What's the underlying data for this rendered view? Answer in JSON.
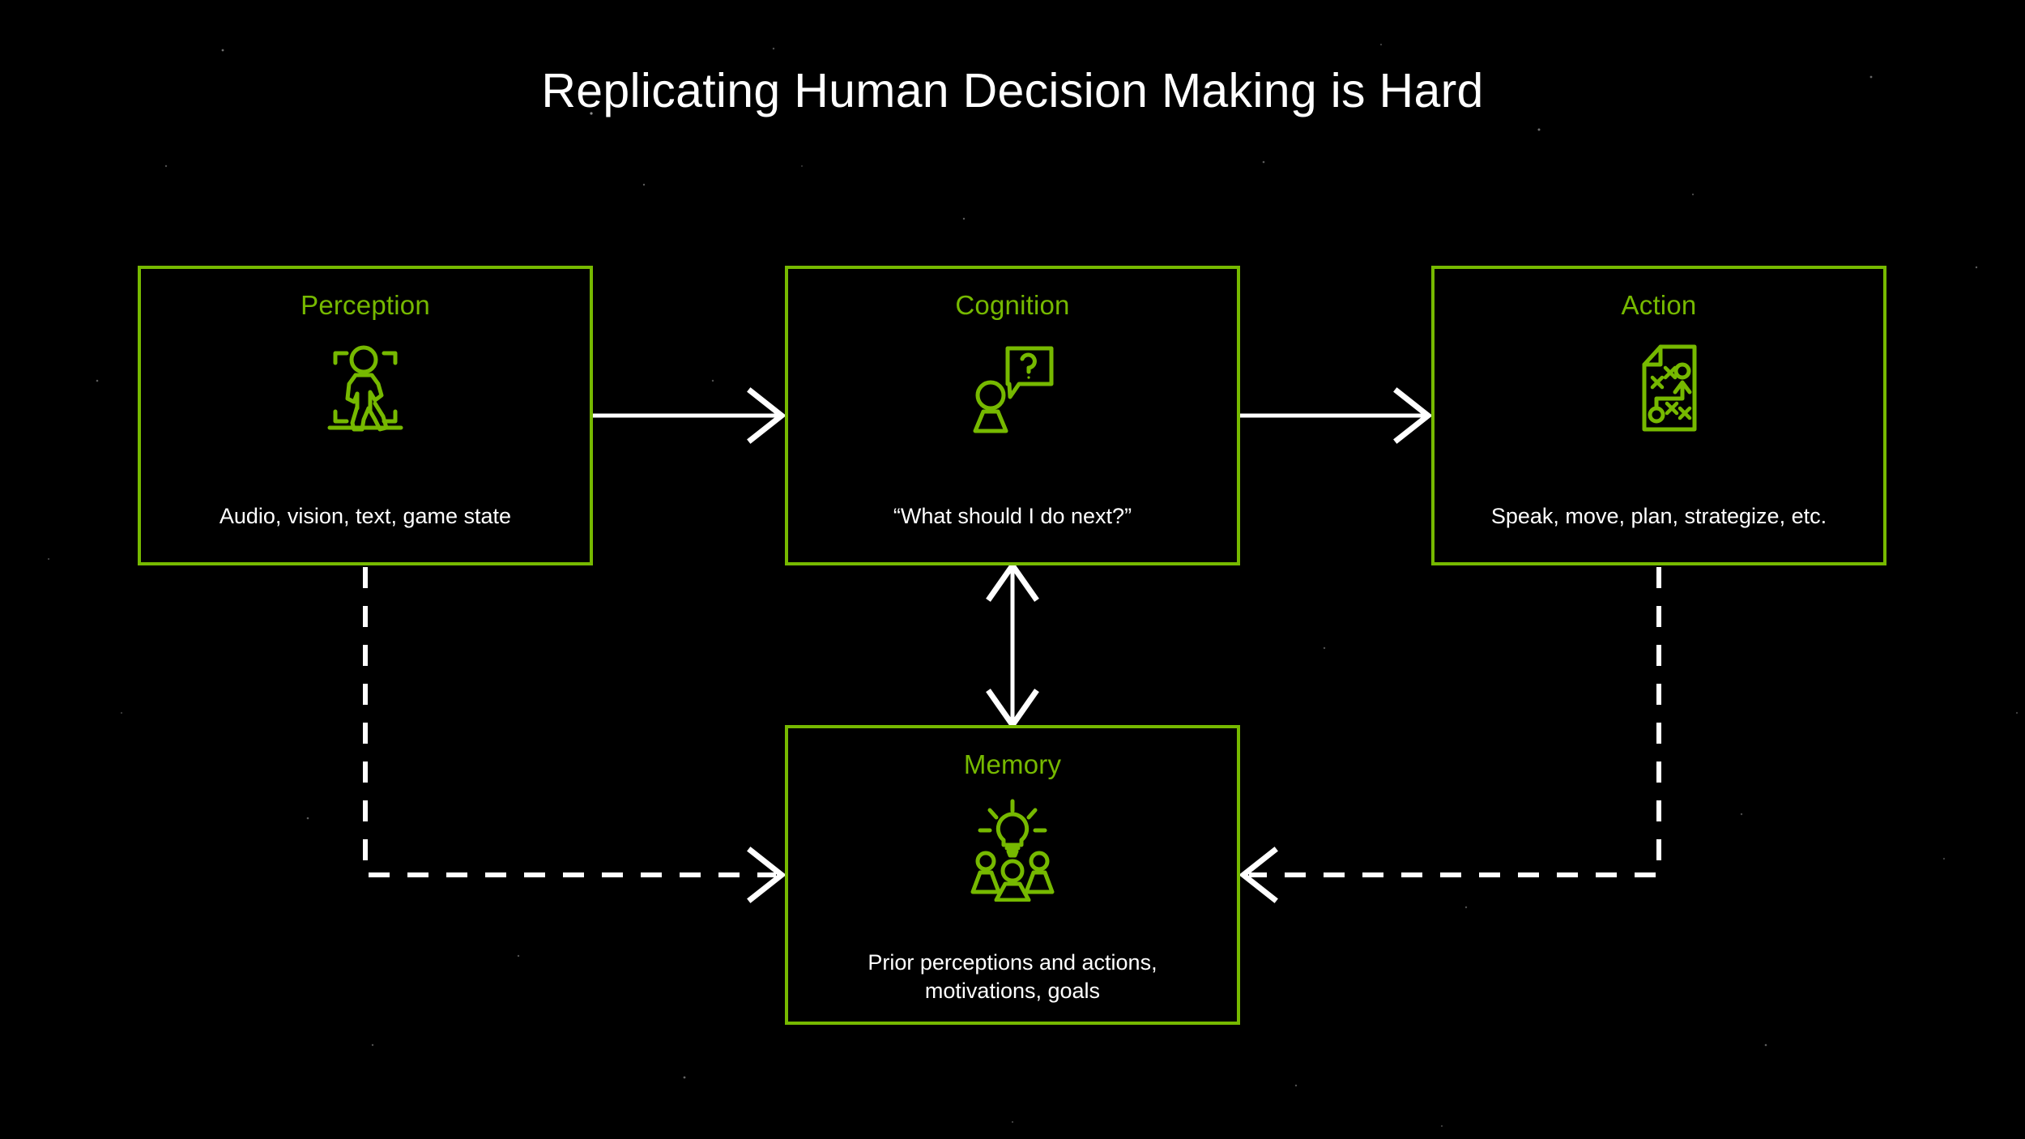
{
  "page": {
    "title": "Replicating Human Decision Making is Hard",
    "background_color": "#000000",
    "accent_color": "#76b900",
    "text_color": "#ffffff"
  },
  "nodes": {
    "perception": {
      "title": "Perception",
      "caption": "Audio, vision, text, game state",
      "icon": "person-in-viewfinder-icon"
    },
    "cognition": {
      "title": "Cognition",
      "caption": "“What should I do next?”",
      "icon": "person-with-question-speech-bubble-icon"
    },
    "action": {
      "title": "Action",
      "caption": "Speak, move, plan, strategize, etc.",
      "icon": "strategy-playbook-document-icon"
    },
    "memory": {
      "title": "Memory",
      "caption_line1": "Prior perceptions and actions,",
      "caption_line2": "motivations, goals",
      "icon": "lightbulb-over-people-icon"
    }
  },
  "connectors": [
    {
      "name": "perception-to-cognition",
      "style": "solid",
      "direction": "one-way",
      "color": "#ffffff"
    },
    {
      "name": "cognition-to-action",
      "style": "solid",
      "direction": "one-way",
      "color": "#ffffff"
    },
    {
      "name": "cognition-memory",
      "style": "solid",
      "direction": "two-way",
      "color": "#ffffff"
    },
    {
      "name": "perception-to-memory",
      "style": "dashed",
      "direction": "one-way",
      "color": "#ffffff"
    },
    {
      "name": "action-to-memory",
      "style": "dashed",
      "direction": "one-way",
      "color": "#ffffff"
    }
  ]
}
